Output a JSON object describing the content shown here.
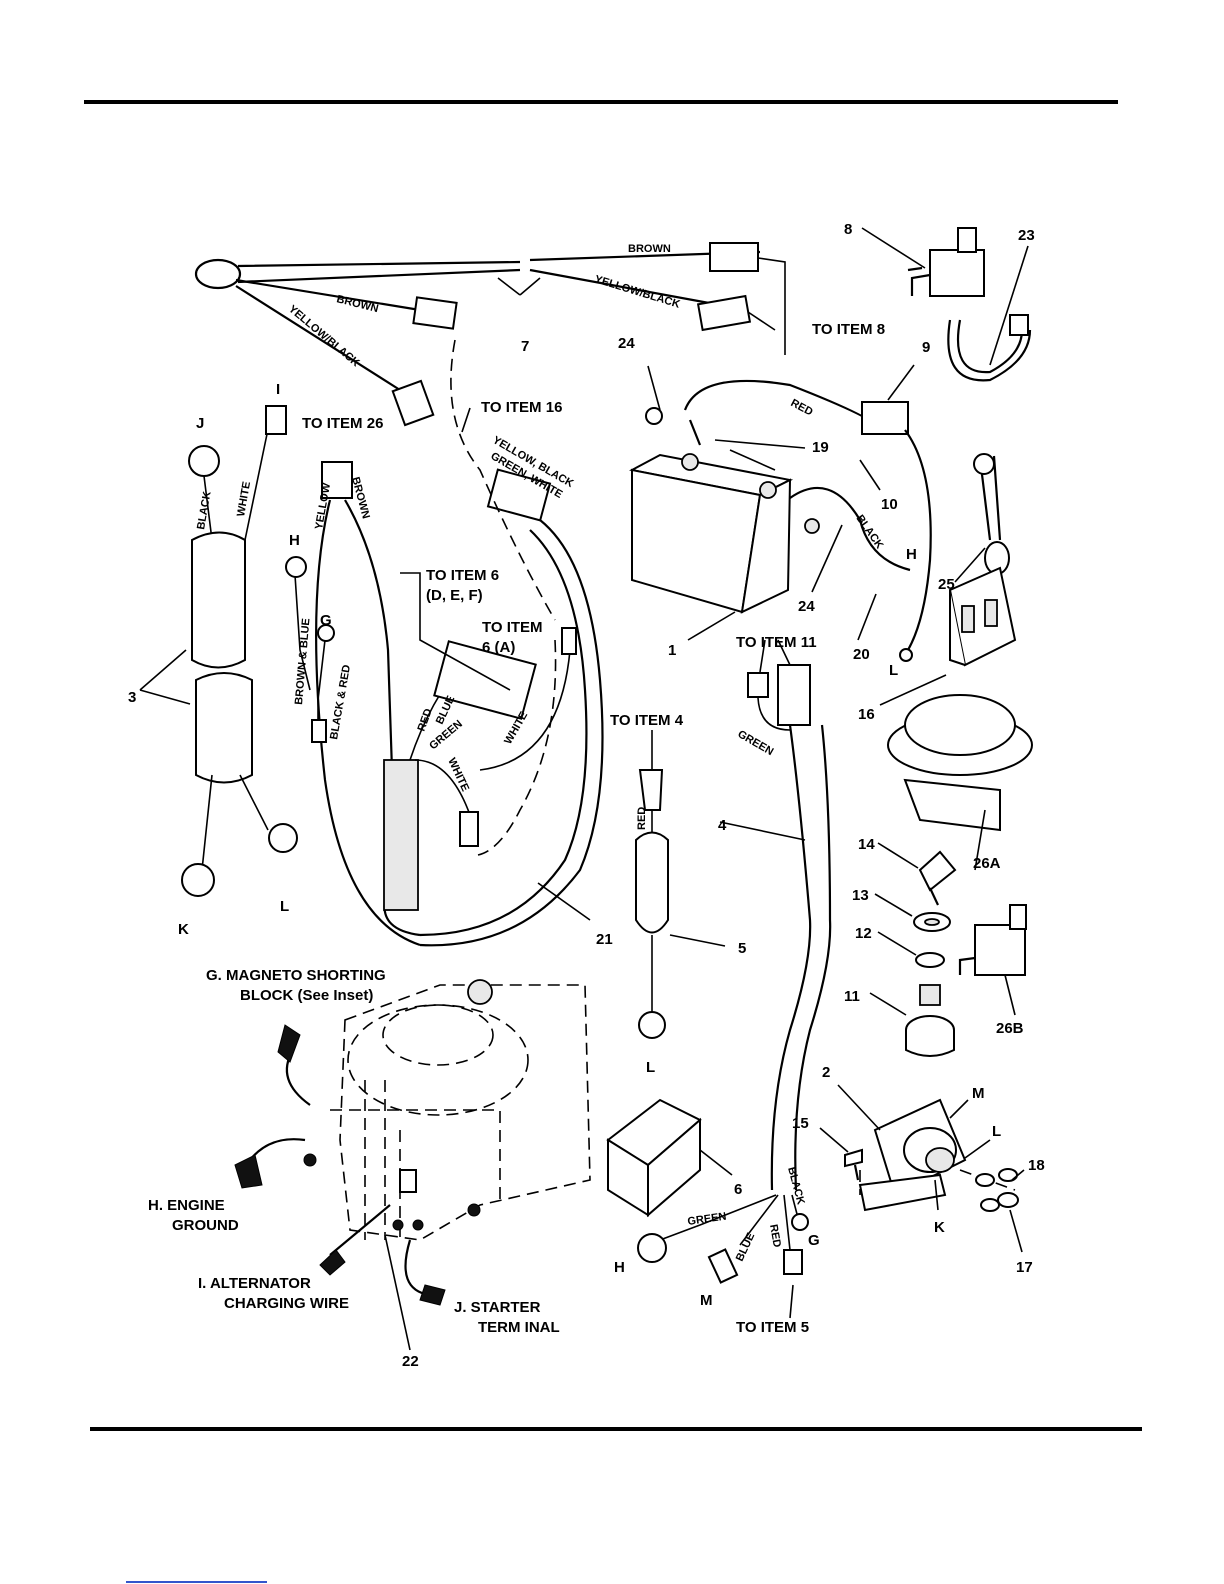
{
  "labels": {
    "item_1": "1",
    "item_2": "2",
    "item_3": "3",
    "item_4": "4",
    "item_5": "5",
    "item_6": "6",
    "item_7": "7",
    "item_8": "8",
    "item_9": "9",
    "item_10": "10",
    "item_11": "11",
    "item_12": "12",
    "item_13": "13",
    "item_14": "14",
    "item_15": "15",
    "item_16": "16",
    "item_17": "17",
    "item_18": "18",
    "item_19": "19",
    "item_20": "20",
    "item_21": "21",
    "item_22": "22",
    "item_23": "23",
    "item_24a": "24",
    "item_24b": "24",
    "item_25": "25",
    "item_26a": "26A",
    "item_26b": "26B",
    "letter_i": "I",
    "letter_j": "J",
    "letter_k": "K",
    "letter_l_left": "L",
    "letter_h_harness": "H",
    "letter_g_harness": "G",
    "letter_h_battery": "H",
    "letter_l_battery": "L",
    "letter_l_fuse": "L",
    "letter_h_bottom": "H",
    "letter_g_bottom": "G",
    "letter_m_bottom": "M",
    "letter_m_switch": "M",
    "letter_l_switch": "L",
    "letter_k_switch": "K"
  },
  "callouts": {
    "to_item_8": "TO ITEM 8",
    "to_item_16": "TO ITEM 16",
    "to_item_26": "TO ITEM 26",
    "to_item_6_def": "TO ITEM 6",
    "to_item_6_def_sub": "(D, E, F)",
    "to_item_6_a": "TO ITEM",
    "to_item_6_a_sub": "6 (A)",
    "to_item_4": "TO ITEM 4",
    "to_item_11": "TO ITEM 11",
    "to_item_5": "TO ITEM 5"
  },
  "wires": {
    "brown_top": "BROWN",
    "brown_left": "BROWN",
    "yellow_black_left": "YELLOW/BLACK",
    "yellow_black_right": "YELLOW/BLACK",
    "yellow_black_green_white_1": "YELLOW, BLACK",
    "yellow_black_green_white_2": "GREEN, WHITE",
    "red_battery": "RED",
    "black_battery": "BLACK",
    "black_left": "BLACK",
    "white_left": "WHITE",
    "yellow_26": "YELLOW",
    "brown_26": "BROWN",
    "brown_blue": "BROWN & BLUE",
    "black_red": "BLACK & RED",
    "red_6": "RED",
    "blue_6": "BLUE",
    "green_6": "GREEN",
    "white_6a": "WHITE",
    "white_6b": "WHITE",
    "red_5": "RED",
    "green_4": "GREEN",
    "green_bottom": "GREEN",
    "blue_bottom": "BLUE",
    "red_bottom": "RED",
    "black_bottom": "BLACK"
  },
  "engine": {
    "g_line1": "G.  MAGNETO SHORTING",
    "g_line2": "BLOCK (See Inset)",
    "h_line1": "H.  ENGINE",
    "h_line2": "GROUND",
    "i_line1": "I.  ALTERNATOR",
    "i_line2": "CHARGING WIRE",
    "j_line1": "J.  STARTER",
    "j_line2": "TERM INAL"
  }
}
